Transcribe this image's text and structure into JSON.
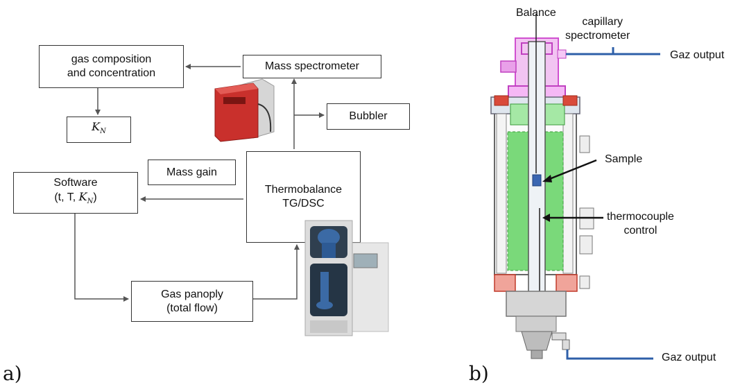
{
  "panel_a": {
    "label": "a)",
    "boxes": {
      "gas_composition": [
        "gas composition",
        "and concentration"
      ],
      "mass_spectrometer": "Mass spectrometer",
      "bubbler": "Bubbler",
      "mass_gain": "Mass gain",
      "thermobalance": [
        "Thermobalance",
        "TG/DSC"
      ],
      "software": [
        "Software",
        "(t, T, "
      ],
      "gas_panoply": [
        "Gas panoply",
        "(total flow)"
      ]
    },
    "kn": {
      "main": "K",
      "sub": "N"
    }
  },
  "panel_b": {
    "label": "b)",
    "labels": {
      "balance": "Balance",
      "capillary": [
        "capillary",
        "spectrometer"
      ],
      "gaz_output_top": "Gaz output",
      "sample": "Sample",
      "thermocouple": [
        "thermocouple",
        "control"
      ],
      "gaz_output_bottom": "Gaz output"
    }
  },
  "colors": {
    "line": "#555555",
    "pipe": "#2e5fa8",
    "magenta": "#e070e0",
    "green": "#6fd26f",
    "red": "#d94a3a",
    "steel": "#8a8f98"
  }
}
